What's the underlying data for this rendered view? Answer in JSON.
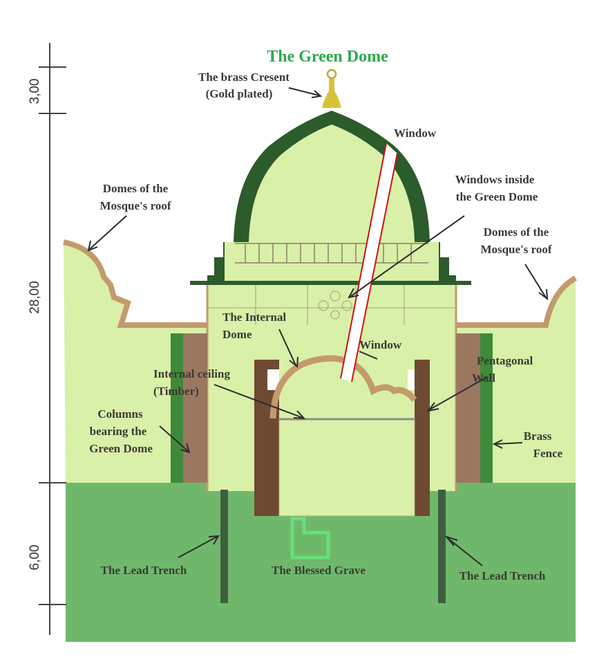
{
  "title": "The Green Dome",
  "labels": {
    "brass_crescent": [
      "The brass Cresent",
      "(Gold plated)"
    ],
    "window_top": "Window",
    "windows_inside": [
      "Windows inside",
      "the Green Dome"
    ],
    "domes_left": [
      "Domes of the",
      "Mosque's roof"
    ],
    "domes_right": [
      "Domes of the",
      "Mosque's roof"
    ],
    "internal_dome": [
      "The Internal",
      "Dome"
    ],
    "window_mid": "Window",
    "pentagonal_wall": [
      "Pentagonal",
      "Wall"
    ],
    "internal_ceiling": [
      "Internal ceiling",
      "(Timber)"
    ],
    "columns": [
      "Columns",
      "bearing the",
      "Green Dome"
    ],
    "brass_fence": [
      "Brass",
      "Fence"
    ],
    "lead_trench_left": "The Lead Trench",
    "blessed_grave": "The Blessed Grave",
    "lead_trench_right": "The Lead Trench"
  },
  "dimensions": [
    "3,00",
    "28,00",
    "6,00"
  ],
  "colors": {
    "light_green": "#d9f0a8",
    "ground_green": "#6fb86b",
    "dark_green": "#2c5b2c",
    "brown": "#9c7760",
    "dark_brown": "#6e4a32",
    "tan": "#c39a6b",
    "gold": "#d9c23a",
    "window_red": "#cc1111",
    "grave_green": "#66e07a"
  }
}
